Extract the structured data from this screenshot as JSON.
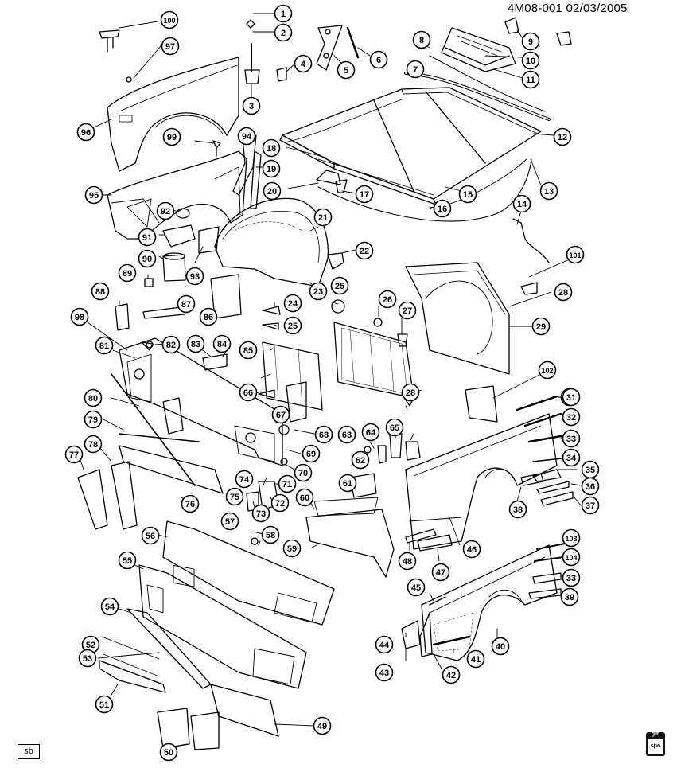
{
  "header": {
    "code": "4M08-001  02/03/2005"
  },
  "footer": {
    "badge": "sb",
    "logo_top": "gm",
    "logo_bottom": "spo"
  },
  "callouts": [
    "1",
    "2",
    "3",
    "4",
    "5",
    "6",
    "7",
    "8",
    "9",
    "10",
    "11",
    "12",
    "13",
    "14",
    "15",
    "16",
    "17",
    "18",
    "19",
    "20",
    "21",
    "22",
    "23",
    "24",
    "25",
    "25",
    "26",
    "27",
    "28",
    "28",
    "29",
    "30",
    "31",
    "32",
    "33",
    "34",
    "35",
    "36",
    "37",
    "38",
    "39",
    "40",
    "41",
    "42",
    "43",
    "44",
    "45",
    "46",
    "47",
    "48",
    "49",
    "50",
    "51",
    "52",
    "53",
    "54",
    "55",
    "56",
    "57",
    "58",
    "59",
    "60",
    "61",
    "62",
    "63",
    "64",
    "65",
    "66",
    "67",
    "68",
    "69",
    "70",
    "71",
    "72",
    "73",
    "74",
    "75",
    "76",
    "77",
    "78",
    "79",
    "80",
    "81",
    "82",
    "83",
    "84",
    "85",
    "86",
    "87",
    "88",
    "89",
    "90",
    "91",
    "92",
    "93",
    "94",
    "95",
    "96",
    "97",
    "98",
    "99",
    "100",
    "101",
    "102",
    "103",
    "104",
    "33",
    "34",
    "40"
  ]
}
